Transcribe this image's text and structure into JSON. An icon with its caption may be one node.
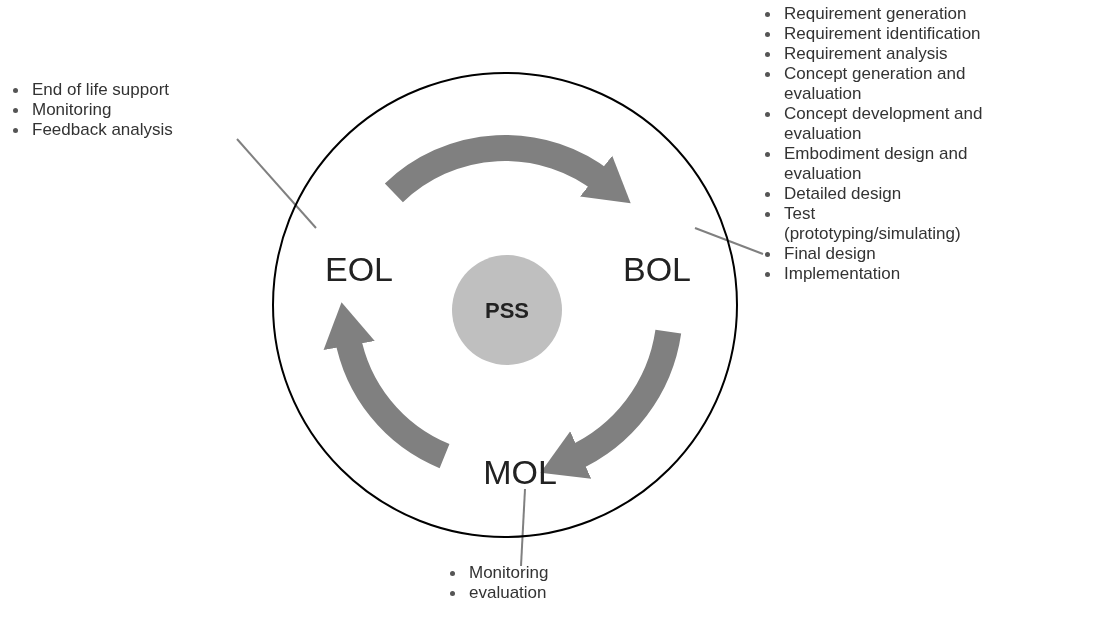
{
  "diagram": {
    "nodes": [
      {
        "text": [],
        "shape": "circle"
      },
      {
        "text": [
          "End of life support",
          "Monitoring",
          "Feedback analysis"
        ]
      },
      {
        "text": [
          "Requirement generation",
          "Requirement identification",
          "Requirement analysis",
          "Concept generation and evaluation",
          "Concept development and evaluation",
          "Embodiment design and evaluation",
          "Detailed design",
          "Test (prototyping/simulating)",
          "Final design",
          "Implementation"
        ]
      },
      {
        "text": [
          "EOL"
        ],
        "in": 0
      },
      {
        "text": [
          "BOL"
        ],
        "in": 0
      },
      {
        "text": [
          "PSS"
        ],
        "in": 0
      },
      {
        "text": [
          "MOL"
        ],
        "in": 0
      },
      {
        "text": [
          "Monitoring",
          "evaluation"
        ]
      }
    ],
    "edges": [
      {
        "from": 3,
        "to": 4,
        "arrow": "to",
        "style": "thick"
      },
      {
        "from": 4,
        "to": 6,
        "arrow": "to",
        "style": "thick"
      },
      {
        "from": 6,
        "to": 3,
        "arrow": "to",
        "style": "thick"
      },
      {
        "from": 1,
        "to": 3,
        "arrow": "none"
      },
      {
        "from": 2,
        "to": 4,
        "arrow": "none"
      },
      {
        "from": 7,
        "to": 6,
        "arrow": "none"
      }
    ]
  }
}
